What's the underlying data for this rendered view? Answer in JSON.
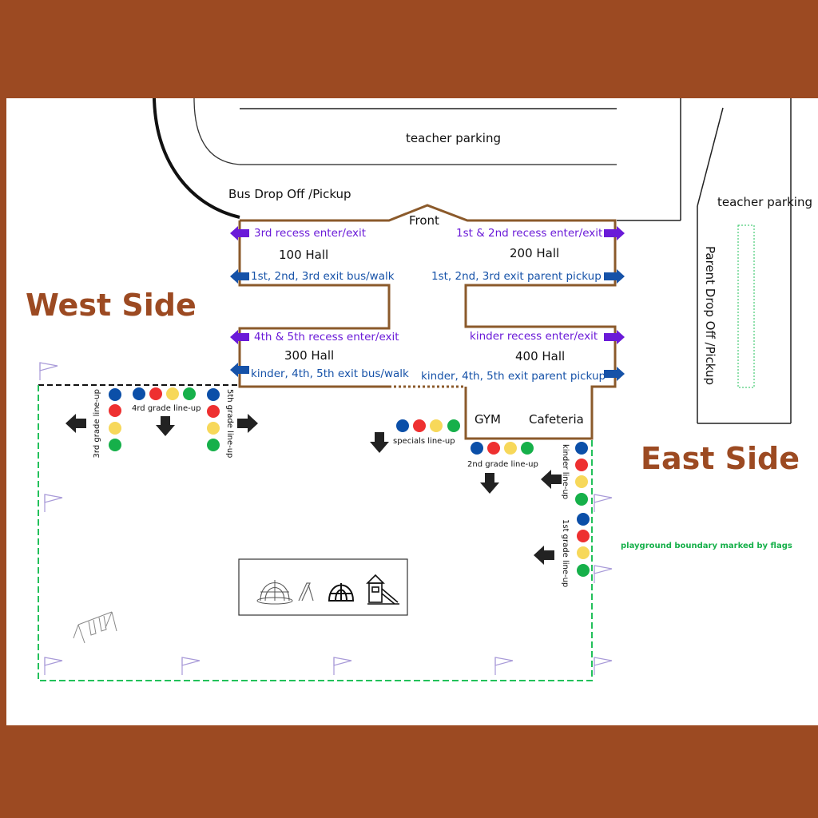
{
  "map": {
    "sides": {
      "west": "West Side",
      "east": "East Side"
    },
    "parking": {
      "top": "teacher parking",
      "right": "teacher parking"
    },
    "drop_off": {
      "bus": "Bus Drop Off /Pickup",
      "parent": "Parent Drop Off /Pickup"
    },
    "front_label": "Front",
    "halls": {
      "h100": "100 Hall",
      "h200": "200 Hall",
      "h300": "300 Hall",
      "h400": "400 Hall"
    },
    "rooms": {
      "gym": "GYM",
      "cafeteria": "Cafeteria"
    },
    "entrances": {
      "recess_3rd": "3rd recess enter/exit",
      "recess_1st_2nd": "1st & 2nd recess enter/exit",
      "exit_bus_123": "1st, 2nd, 3rd  exit bus/walk",
      "exit_parent_123": "1st, 2nd, 3rd  exit parent pickup",
      "recess_4th_5th": "4th & 5th recess enter/exit",
      "recess_kinder": "kinder recess enter/exit",
      "exit_bus_k45": "kinder, 4th, 5th  exit bus/walk",
      "exit_parent_k45": "kinder, 4th, 5th  exit parent pickup"
    },
    "lineups": {
      "third": "3rd grade line-up",
      "fourth": "4rd grade line-up",
      "fifth": "5th grade line-up",
      "specials": "specials line-up",
      "second": "2nd grade line-up",
      "kinder": "kinder line-up",
      "first": "1st grade line-up"
    },
    "boundary_note": "playground boundary marked by flags",
    "colors": {
      "background": "#9c4a22",
      "building": "#8b5a2b",
      "purple_arrow": "#6a1ad8",
      "blue_arrow": "#1652a8",
      "dot_blue": "#0b4fa8",
      "dot_red": "#ee3030",
      "dot_yellow": "#f7d85a",
      "dot_green": "#16b04a",
      "boundary": "#22c15a"
    },
    "icons": [
      "dome-climber-icon",
      "slide-icon",
      "geodome-icon",
      "play-structure-icon",
      "swing-set-icon",
      "flag-icon",
      "down-arrow-icon",
      "left-arrow-icon",
      "right-arrow-icon"
    ]
  }
}
